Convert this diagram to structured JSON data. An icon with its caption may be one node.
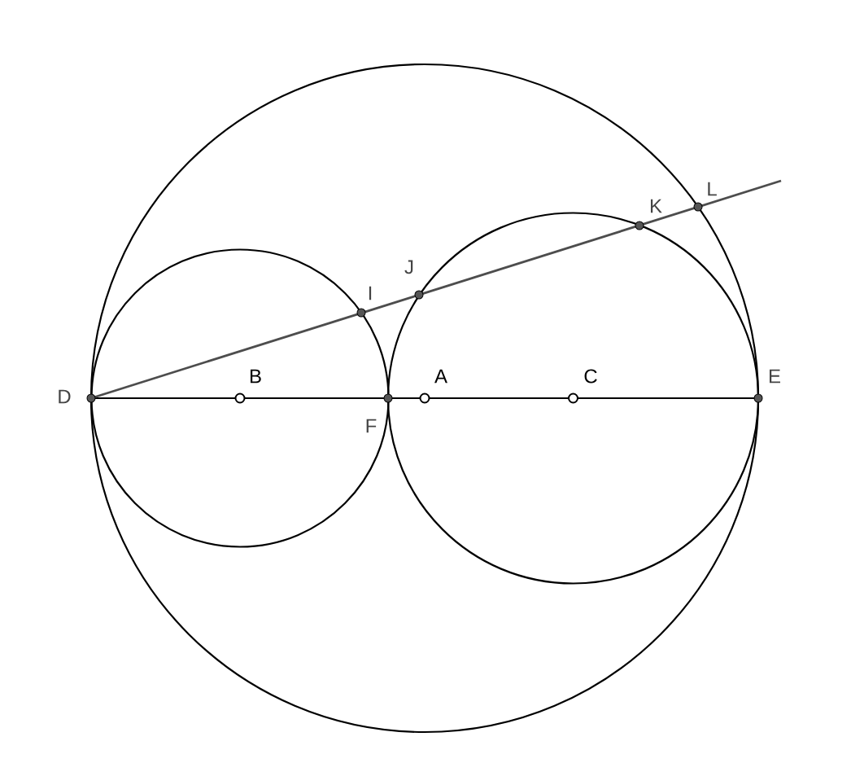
{
  "diagram": {
    "labels": [
      "L",
      "K",
      "J",
      "I",
      "B",
      "A",
      "C",
      "E",
      "D",
      "F"
    ]
  }
}
